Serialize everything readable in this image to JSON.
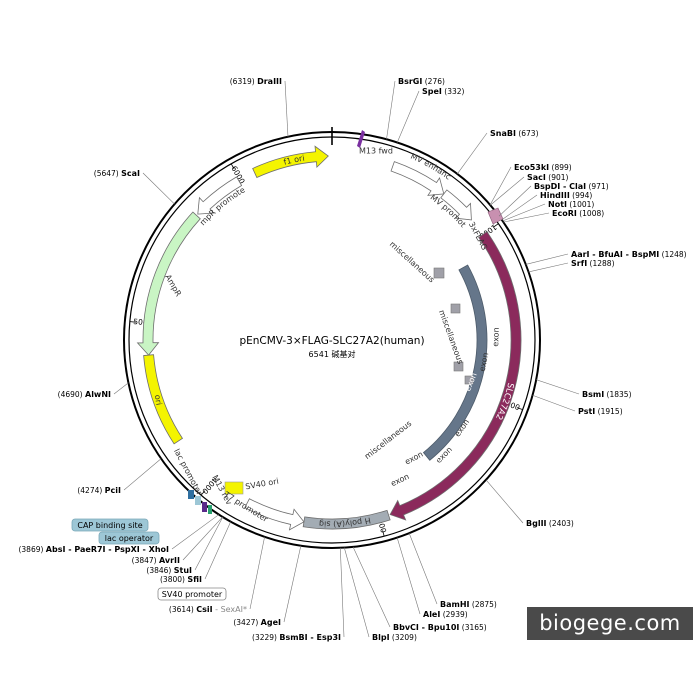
{
  "plasmid": {
    "name": "pEnCMV-3×FLAG-SLC27A2(human)",
    "size_label": "6541 碱基对",
    "total_bp": 6541
  },
  "ruler_ticks": [
    {
      "bp": 1000,
      "label": "1000"
    },
    {
      "bp": 2000,
      "label": "2000"
    },
    {
      "bp": 3000,
      "label": "3000"
    },
    {
      "bp": 4000,
      "label": "4000"
    },
    {
      "bp": 5000,
      "label": "5000"
    },
    {
      "bp": 6000,
      "label": "6000"
    }
  ],
  "features": [
    {
      "key": "slc27a2",
      "name": "SLC27A2",
      "start": 1000,
      "end": 2936,
      "ring": 1,
      "color": "#8b2a5c",
      "dir": 1,
      "label_inside": true
    },
    {
      "key": "f1",
      "name": "f1 ori",
      "start": 6090,
      "end": 6520,
      "ring": 1,
      "color": "#f4f400",
      "dir": 1,
      "label_inside": true
    },
    {
      "key": "ampr",
      "name": "AmpR",
      "start": 4820,
      "end": 5680,
      "ring": 1,
      "color": "#c9f5c4",
      "dir": -1,
      "label_inside": false
    },
    {
      "key": "ori",
      "name": "ori",
      "start": 4300,
      "end": 4820,
      "ring": 1,
      "color": "#f4f400",
      "dir": 0,
      "label_inside": true
    },
    {
      "key": "hgh",
      "name": "hGH poly(A) signal",
      "start": 2945,
      "end": 3430,
      "ring": 1,
      "color": "#a3acb4",
      "dir": 0,
      "label_inside": true
    },
    {
      "key": "sv40p",
      "name": "SV40 promoter",
      "start": 3430,
      "end": 3770,
      "ring": 1,
      "color": "#ffffff",
      "dir": -1,
      "label_inside": false
    },
    {
      "key": "exonbar",
      "name": "exon",
      "start": 1110,
      "end": 2560,
      "ring": 2,
      "color": "#65768a",
      "dir": 0,
      "label_inside": false
    },
    {
      "key": "cmvenh",
      "name": "CMV enhancer",
      "start": 350,
      "end": 680,
      "ring": 1,
      "color": "#ffffff",
      "dir": 1,
      "label_inside": false
    },
    {
      "key": "cmvprom",
      "name": "CMV promoter",
      "start": 680,
      "end": 895,
      "ring": 1,
      "color": "#ffffff",
      "dir": 1,
      "label_inside": false
    },
    {
      "key": "amprprom",
      "name": "AmpR promoter",
      "start": 5690,
      "end": 5990,
      "ring": 1,
      "color": "#ffffff",
      "dir": -1,
      "label_inside": false
    }
  ],
  "feature_labels": {
    "slc27a2": "SLC27A2",
    "f1": "f1 ori",
    "ampr": "AmpR",
    "ori": "ori",
    "hgh": "hGH poly(A) signal",
    "sv40ori": "SV40 ori",
    "cmvenh": "CMV enhancer",
    "cmvprom": "CMV promoter",
    "amprprom": "AmpR promoter",
    "m13fwd": "M13 fwd",
    "flag": "3xFLAG",
    "m13rev": "M13 rev",
    "t7": "T7 promoter",
    "lacprom": "lac promoter",
    "exon": "exon",
    "misc": "miscellaneous",
    "sv40prom_box": "SV40 promoter",
    "cap": "CAP binding site",
    "lacop": "lac operator"
  },
  "sites": [
    {
      "enzyme": "DraIII",
      "pos": "(6319)"
    },
    {
      "enzyme": "BsrGI",
      "pos": "(276)"
    },
    {
      "enzyme": "SpeI",
      "pos": "(332)"
    },
    {
      "enzyme": "SnaBI",
      "pos": "(673)"
    },
    {
      "enzyme": "Eco53kI",
      "pos": "(899)"
    },
    {
      "enzyme": "SacI",
      "pos": "(901)"
    },
    {
      "enzyme": "BspDI - ClaI",
      "pos": "(971)"
    },
    {
      "enzyme": "HindIII",
      "pos": "(994)"
    },
    {
      "enzyme": "NotI",
      "pos": "(1001)"
    },
    {
      "enzyme": "EcoRI",
      "pos": "(1008)"
    },
    {
      "enzyme": "AarI - BfuAI - BspMI",
      "pos": "(1248)"
    },
    {
      "enzyme": "SrfI",
      "pos": "(1288)"
    },
    {
      "enzyme": "BsmI",
      "pos": "(1835)"
    },
    {
      "enzyme": "PstI",
      "pos": "(1915)"
    },
    {
      "enzyme": "BglII",
      "pos": "(2403)"
    },
    {
      "enzyme": "BamHI",
      "pos": "(2875)"
    },
    {
      "enzyme": "AleI",
      "pos": "(2939)"
    },
    {
      "enzyme": "BbvCI - Bpu10I",
      "pos": "(3165)"
    },
    {
      "enzyme": "BlpI",
      "pos": "(3209)"
    },
    {
      "enzyme": "BsmBI - Esp3I",
      "pos": "(3229)"
    },
    {
      "enzyme": "AgeI",
      "pos": "(3427)"
    },
    {
      "enzyme": "CsiI",
      "extra": " - SexAI*",
      "pos": "(3614)"
    },
    {
      "enzyme": "SfiI",
      "pos": "(3800)"
    },
    {
      "enzyme": "StuI",
      "pos": "(3846)"
    },
    {
      "enzyme": "AvrII",
      "pos": "(3847)"
    },
    {
      "enzyme": "AbsI - PaeR7I - PspXI - XhoI",
      "pos": "(3869)"
    },
    {
      "enzyme": "PciI",
      "pos": "(4274)"
    },
    {
      "enzyme": "AlwNI",
      "pos": "(4690)"
    },
    {
      "enzyme": "ScaI",
      "pos": "(5647)"
    }
  ],
  "watermark": "biogege.com",
  "colors": {
    "backbone": "#000000",
    "slc27a2": "#8b2a5c",
    "exon": "#65768a",
    "ori": "#f4f400",
    "ampr": "#c9f5c4",
    "hgh": "#a3acb4",
    "misc": "#a0a0a8",
    "m13": "#7a2fa0",
    "flag": "#c890b0",
    "lac_box": "#9dc7d6"
  }
}
